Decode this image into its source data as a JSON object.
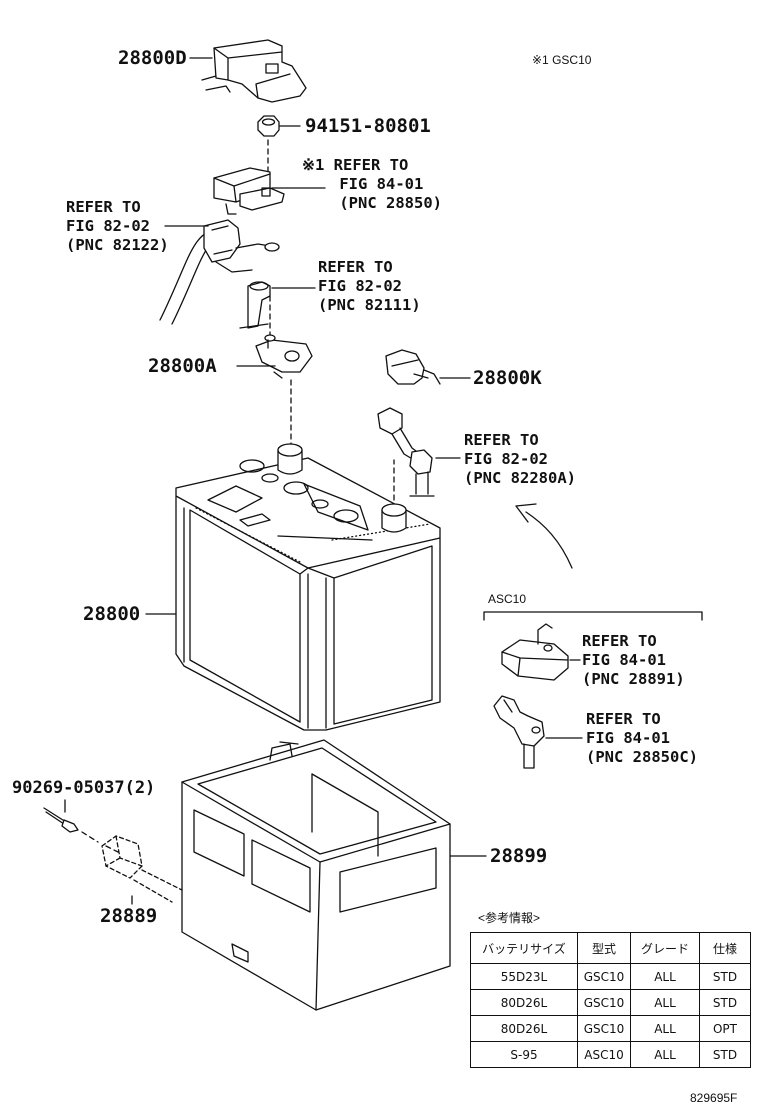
{
  "labels": {
    "p28800D": "28800D",
    "gsc_note": "※1 GSC10",
    "p94151": "94151-80801",
    "ref_84_01_a": "※1 REFER TO\n    FIG 84-01\n    (PNC 28850)",
    "ref_82_02_left": "REFER TO\nFIG 82-02\n(PNC 82122)",
    "ref_82_02_mid": "REFER TO\nFIG 82-02\n(PNC 82111)",
    "p28800A": "28800A",
    "p28800K": "28800K",
    "ref_82_02_right": "REFER TO\nFIG 82-02\n(PNC 82280A)",
    "p28800": "28800",
    "asc10": "ASC10",
    "ref_84_01_b": "REFER TO\nFIG 84-01\n(PNC 28891)",
    "ref_84_01_c": "REFER TO\nFIG 84-01\n(PNC 28850C)",
    "p90269": "90269-05037(2)",
    "p28899": "28899",
    "p28889": "28889",
    "figure_code": "829695F"
  },
  "reference_table": {
    "caption": "<参考情報>",
    "headers": [
      "バッテリサイズ",
      "型式",
      "グレード",
      "仕様"
    ],
    "rows": [
      [
        "55D23L",
        "GSC10",
        "ALL",
        "STD"
      ],
      [
        "80D26L",
        "GSC10",
        "ALL",
        "STD"
      ],
      [
        "80D26L",
        "GSC10",
        "ALL",
        "OPT"
      ],
      [
        "S-95",
        "ASC10",
        "ALL",
        "STD"
      ]
    ]
  }
}
